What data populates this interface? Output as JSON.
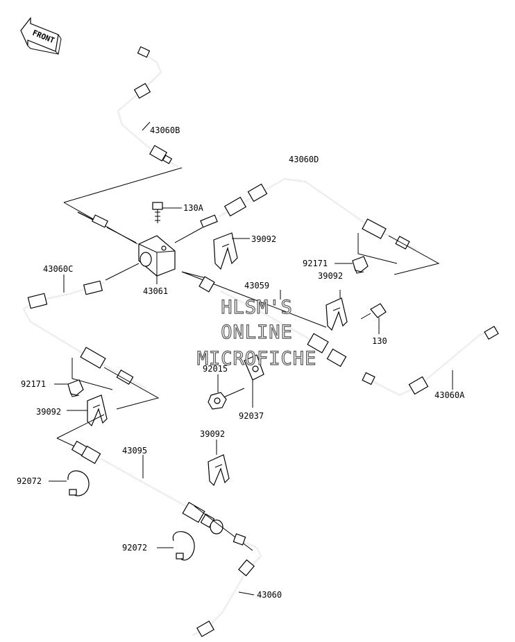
{
  "front_arrow": {
    "text": "FRONT"
  },
  "labels": {
    "p43060B": "43060B",
    "p130A": "130A",
    "p43060D": "43060D",
    "p39092_a": "39092",
    "p92171_a": "92171",
    "p39092_b": "39092",
    "p43060C": "43060C",
    "p43061": "43061",
    "p43059": "43059",
    "p130": "130",
    "p92015": "92015",
    "p92171_b": "92171",
    "p39092_c": "39092",
    "p92037": "92037",
    "p43060A": "43060A",
    "p39092_d": "39092",
    "p43095": "43095",
    "p92072_a": "92072",
    "p92072_b": "92072",
    "p43060": "43060"
  },
  "watermark": {
    "line1": "HLSM'S",
    "line2": "ONLINE",
    "line3": "MICROFICHE"
  }
}
